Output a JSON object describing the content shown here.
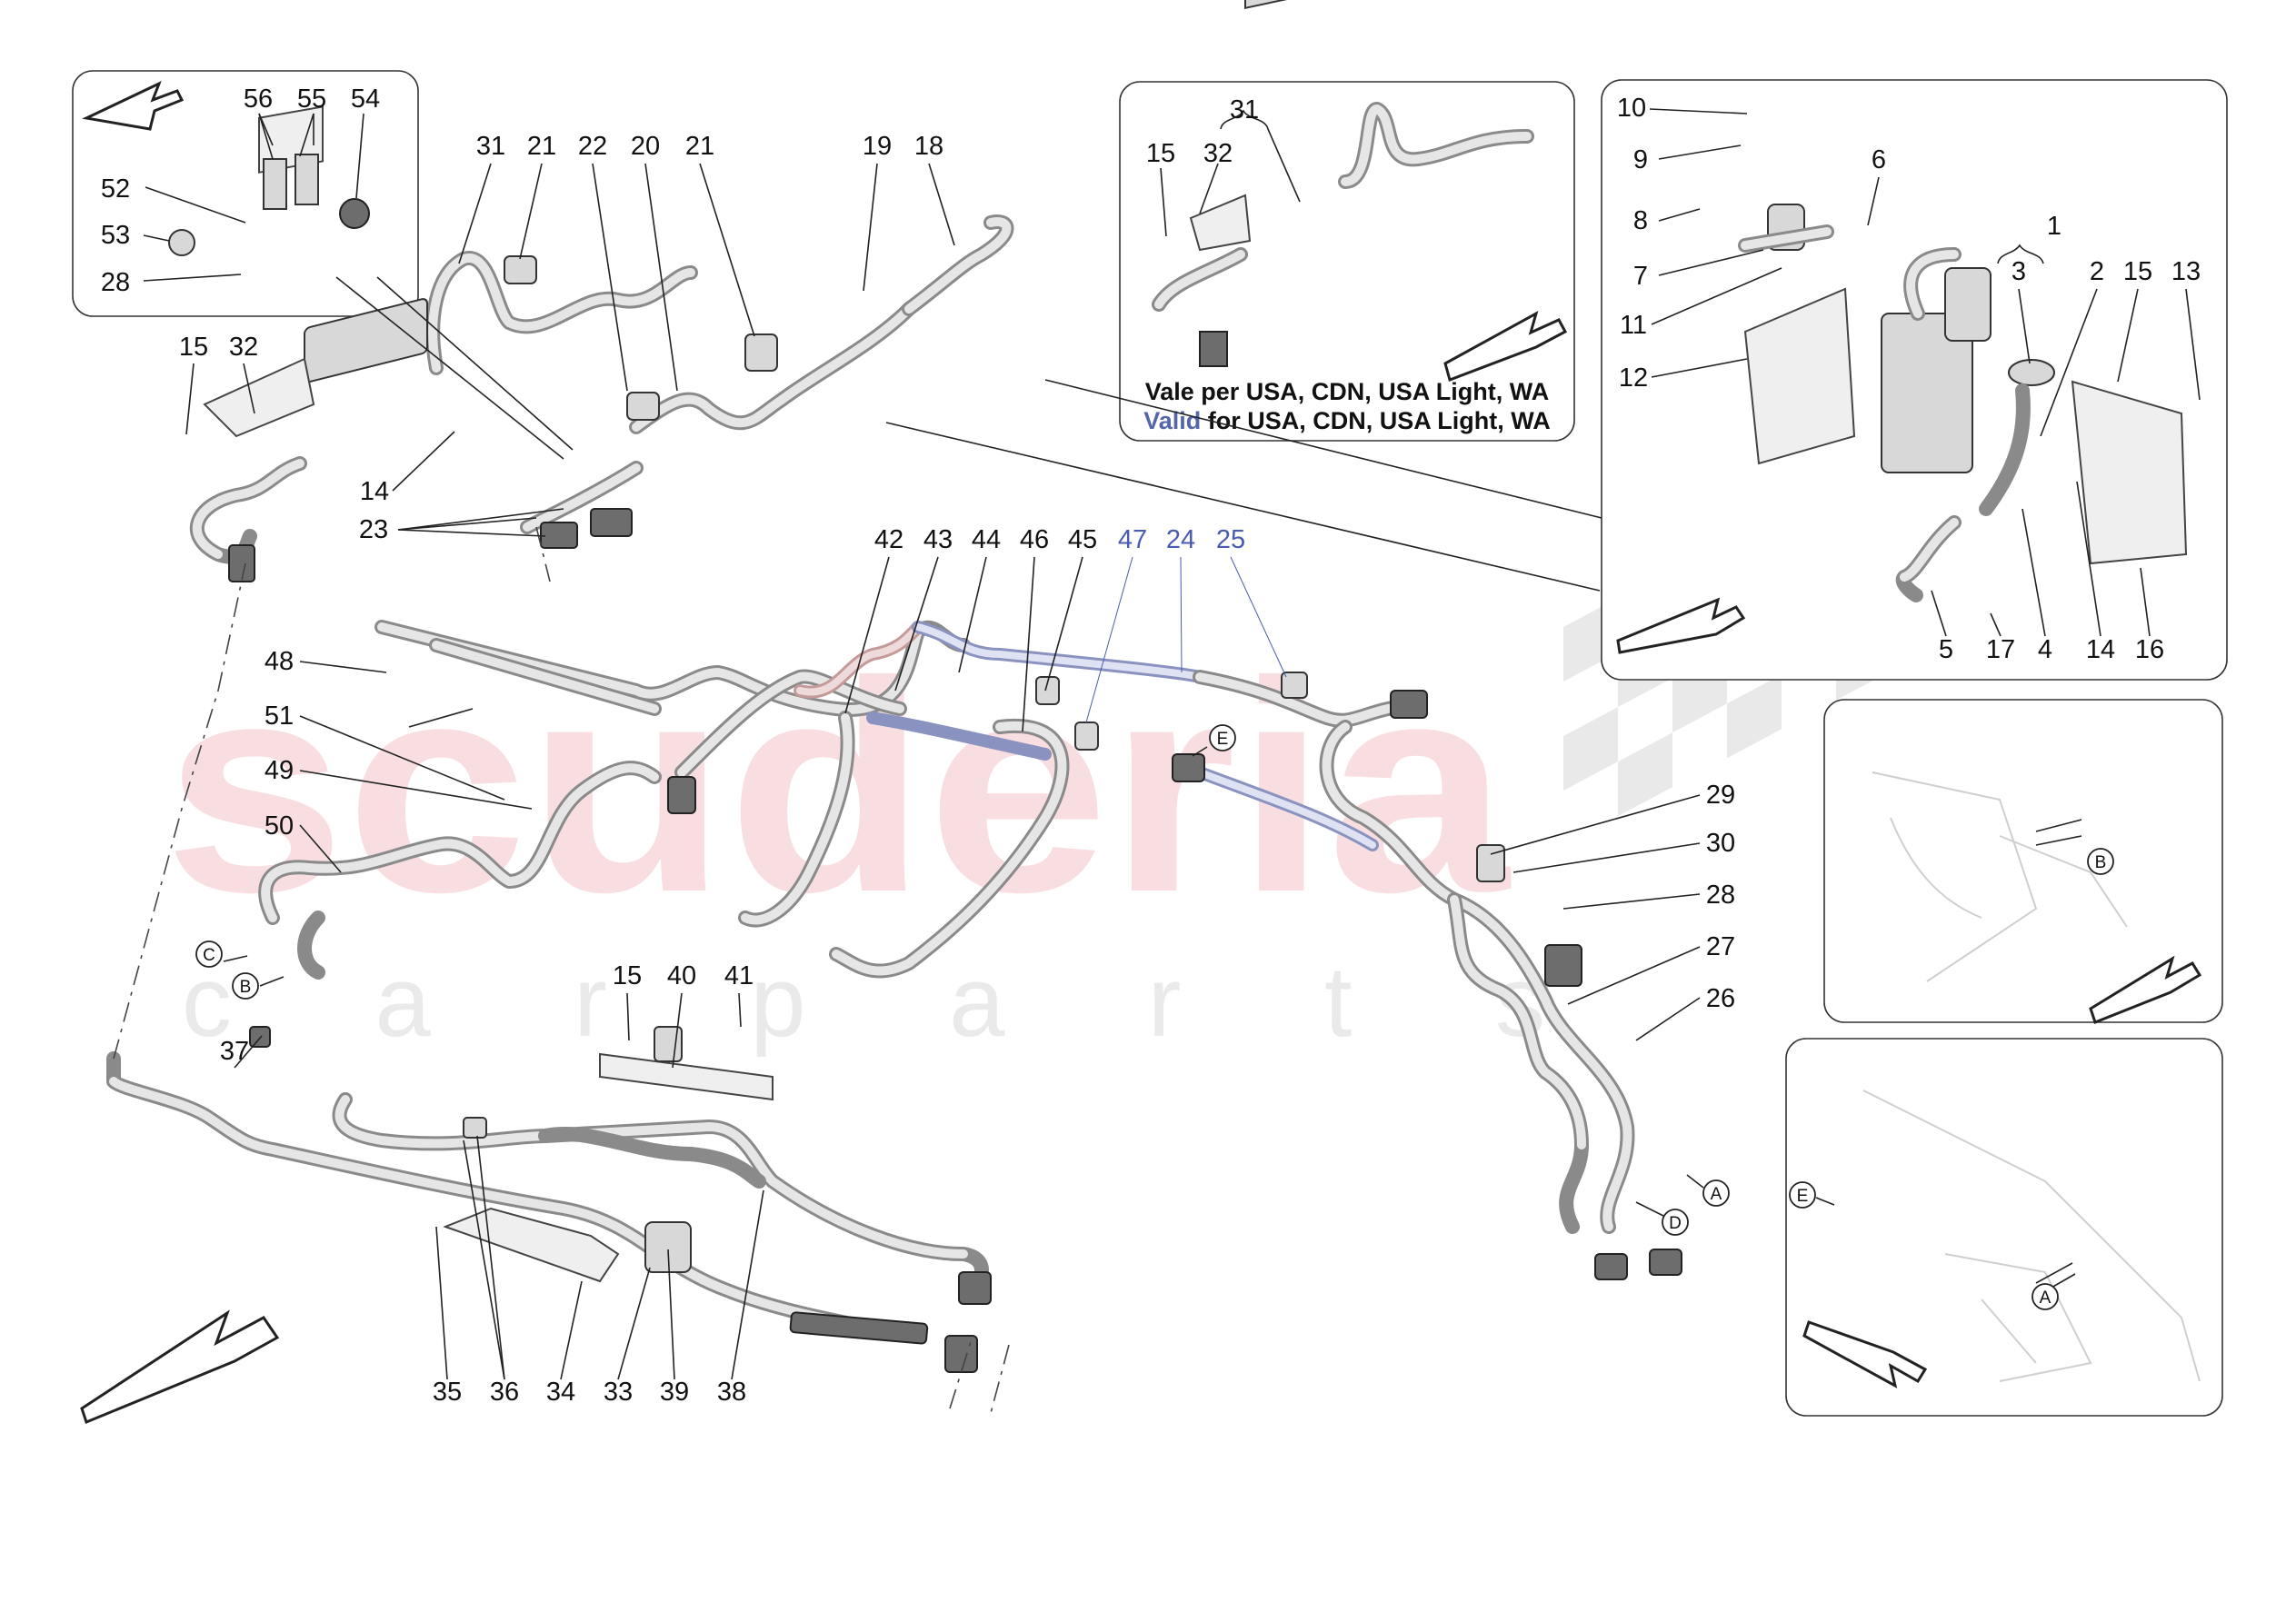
{
  "watermark": {
    "main": "scuderia",
    "sub": "c a r p a r t s"
  },
  "notes": {
    "valid_it": "Vale per USA, CDN, USA Light, WA",
    "valid_en_prefix": "Valid",
    "valid_en_rest": " for USA, CDN, USA Light, WA"
  },
  "inset_labels": {
    "top_left": [
      "56",
      "55",
      "54",
      "52",
      "53",
      "28"
    ],
    "top_middle": [
      "31",
      "15",
      "32"
    ],
    "top_right": [
      "10",
      "9",
      "8",
      "7",
      "11",
      "12",
      "6",
      "1",
      "3",
      "2",
      "15",
      "13",
      "5",
      "17",
      "4",
      "14",
      "16"
    ]
  },
  "main_labels": [
    "31",
    "21",
    "22",
    "20",
    "21",
    "19",
    "18",
    "15",
    "32",
    "14",
    "23",
    "42",
    "43",
    "44",
    "46",
    "45",
    "47",
    "24",
    "25",
    "48",
    "51",
    "49",
    "50",
    "29",
    "30",
    "28",
    "27",
    "26",
    "15",
    "40",
    "41",
    "37",
    "35",
    "36",
    "34",
    "33",
    "39",
    "38"
  ],
  "highlight_labels": [
    "47",
    "24",
    "25"
  ],
  "view_markers": [
    "A",
    "B",
    "C",
    "D",
    "E"
  ],
  "colors": {
    "highlight_blue": "#4a5bb0",
    "highlight_red": "#c49a9a",
    "watermark_red": "#f4c4c8"
  }
}
